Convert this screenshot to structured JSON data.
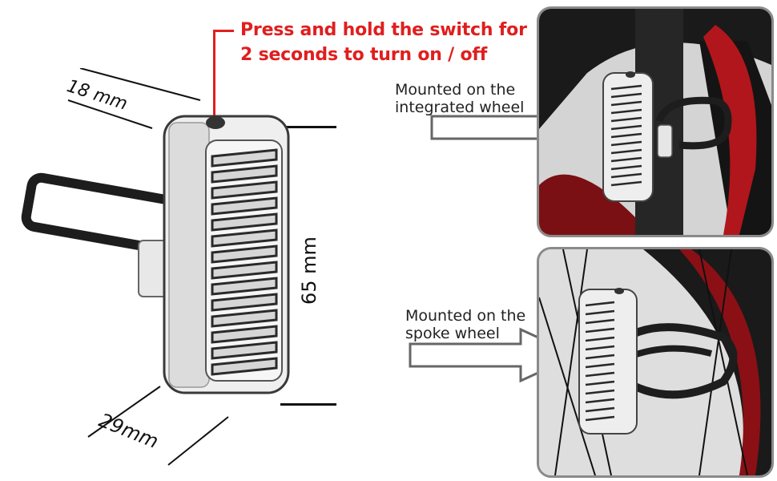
{
  "callout": {
    "line1": "Press and hold the switch for",
    "line2": "2 seconds to turn on / off",
    "color": "#e01e1e"
  },
  "dimensions": {
    "depth": "18 mm",
    "width": "29mm",
    "height": "65 mm"
  },
  "mounts": [
    {
      "line1": "Mounted on the",
      "line2": "integrated wheel"
    },
    {
      "line1": "Mounted on the",
      "line2": "spoke wheel"
    }
  ],
  "colors": {
    "panel_border": "#8a8a8a",
    "wheel_red": "#b0161b",
    "strap": "#1d1d1d"
  }
}
